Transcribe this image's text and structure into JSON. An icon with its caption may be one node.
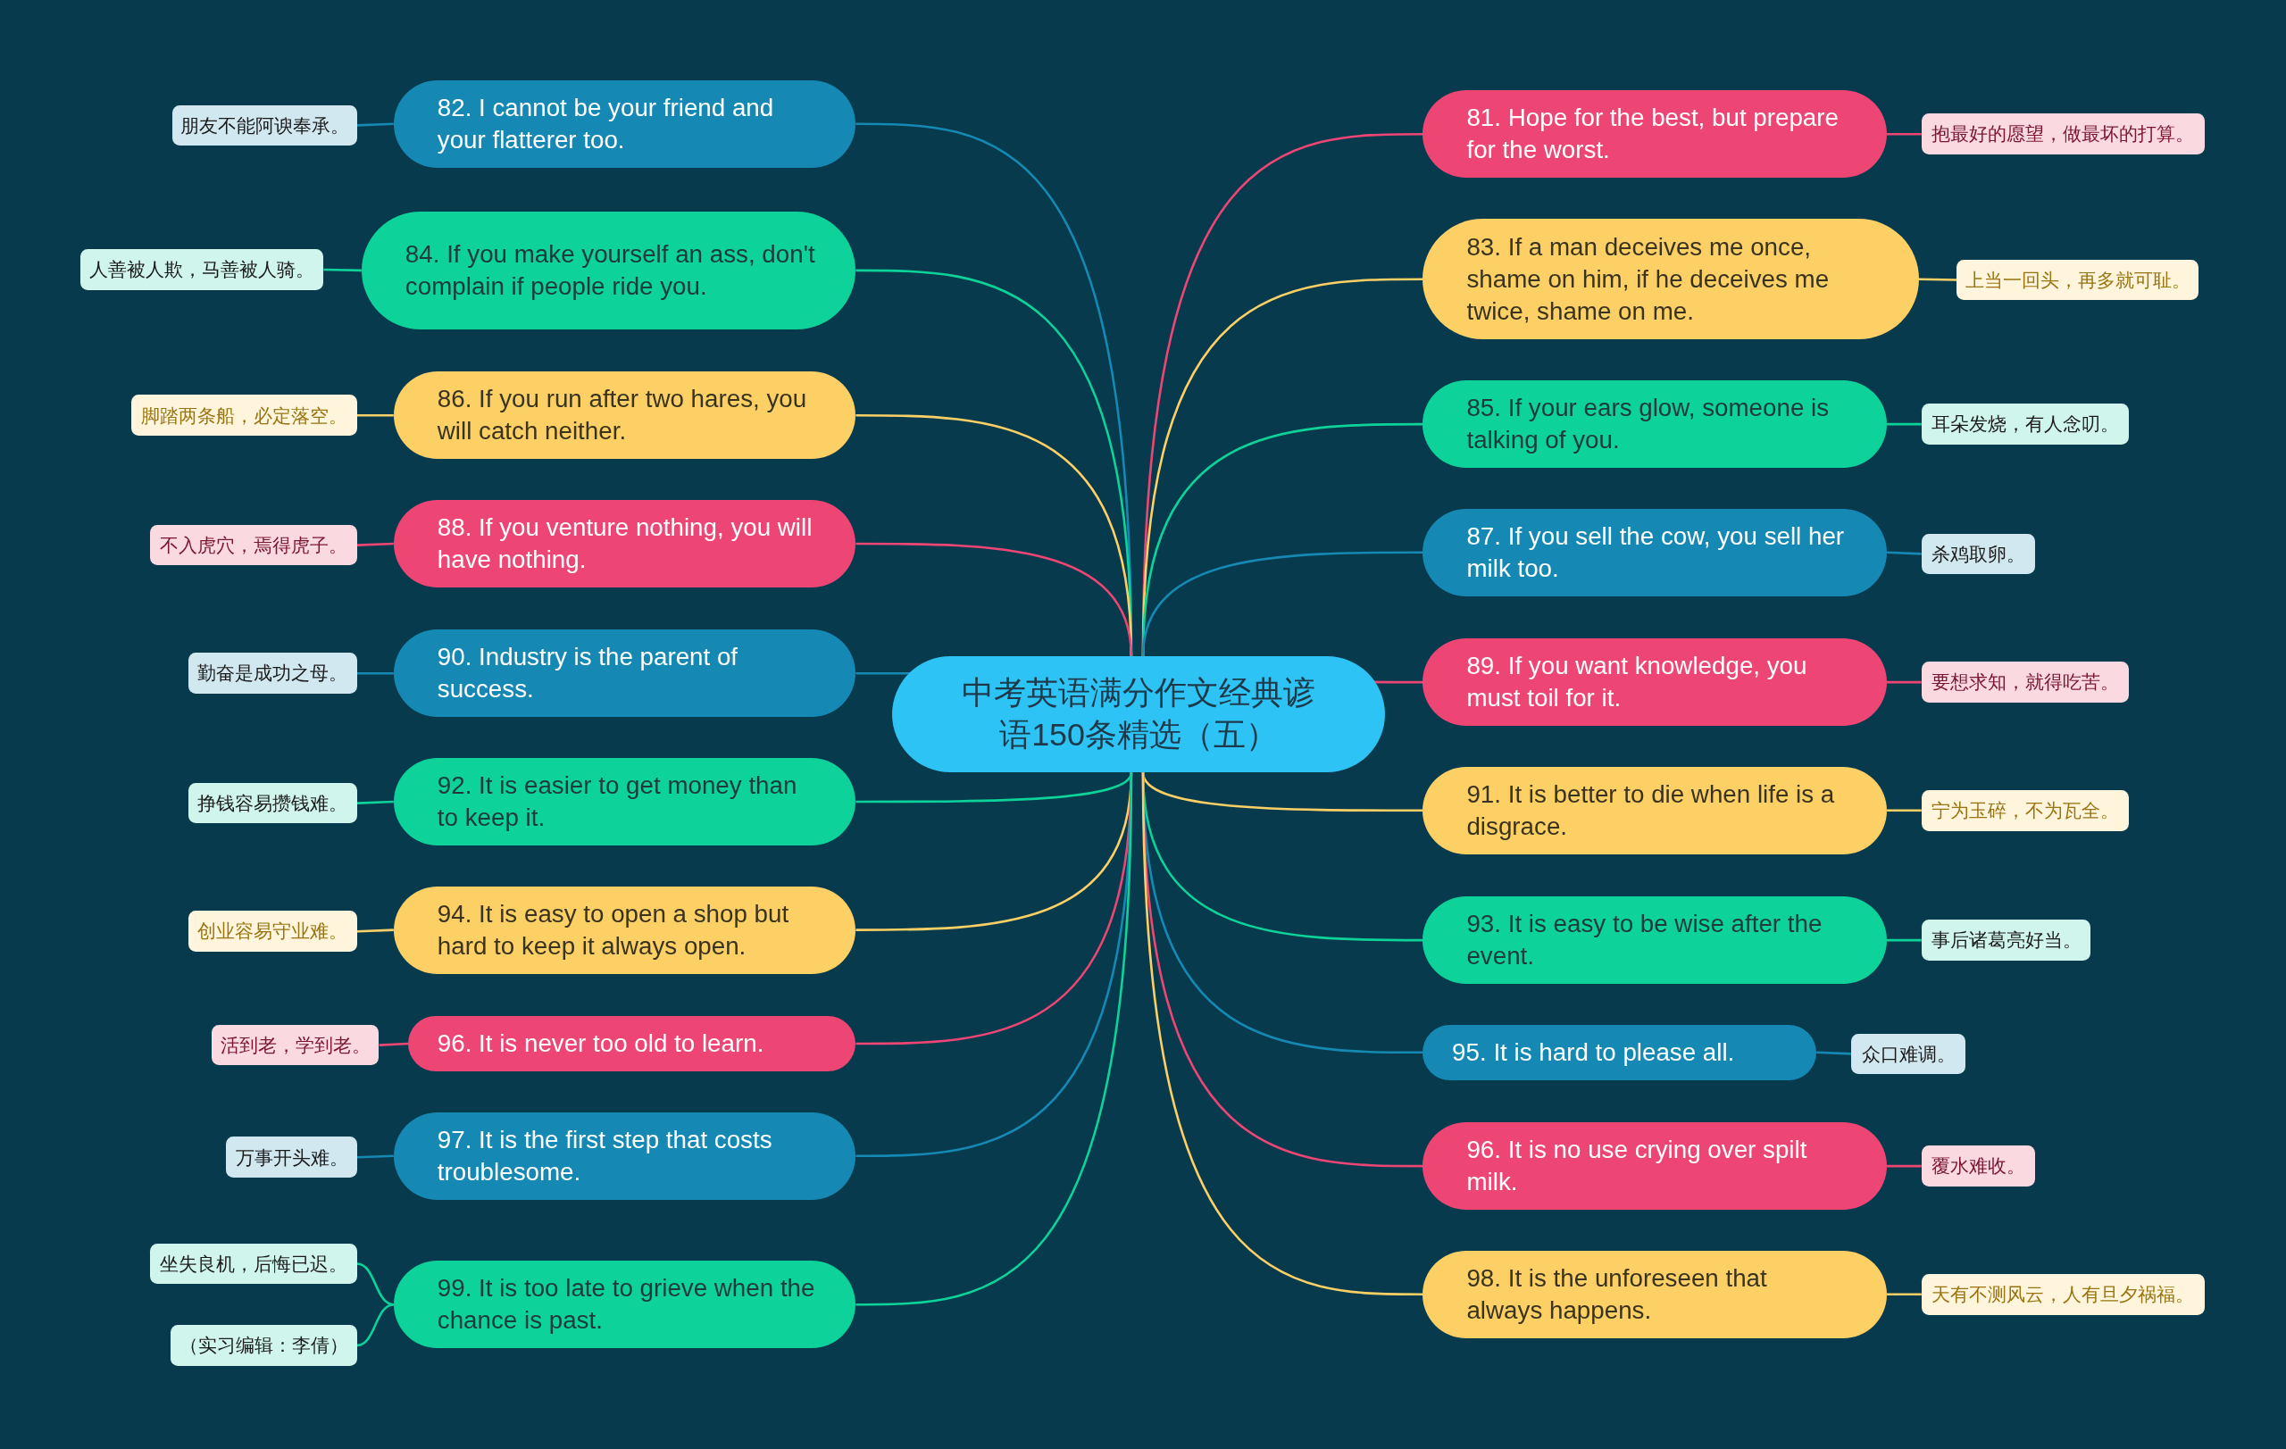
{
  "diagram": {
    "nodes": [
      {
        "text": [
          "中考英语满分作文经典谚语150条精选（五）"
        ]
      },
      {
        "text": [
          "82. I cannot be your friend and your flatterer too."
        ]
      },
      {
        "text": [
          "朋友不能阿谀奉承。"
        ]
      },
      {
        "text": [
          "84. If you make yourself an ass, don't complain if people ride you."
        ]
      },
      {
        "text": [
          "人善被人欺，马善被人骑。"
        ]
      },
      {
        "text": [
          "86. If you run after two hares, you will catch neither."
        ]
      },
      {
        "text": [
          "脚踏两条船，必定落空。"
        ]
      },
      {
        "text": [
          "88. If you venture nothing, you will have nothing."
        ]
      },
      {
        "text": [
          "不入虎穴，焉得虎子。"
        ]
      },
      {
        "text": [
          "90. Industry is the parent of success."
        ]
      },
      {
        "text": [
          "勤奋是成功之母。"
        ]
      },
      {
        "text": [
          "92. It is easier to get money than to keep it."
        ]
      },
      {
        "text": [
          "挣钱容易攒钱难。"
        ]
      },
      {
        "text": [
          "94. It is easy to open a shop but hard to keep it always open."
        ]
      },
      {
        "text": [
          "创业容易守业难。"
        ]
      },
      {
        "text": [
          "96. It is never too old to learn."
        ]
      },
      {
        "text": [
          "活到老，学到老。"
        ]
      },
      {
        "text": [
          "97. It is the first step that costs troublesome."
        ]
      },
      {
        "text": [
          "万事开头难。"
        ]
      },
      {
        "text": [
          "99. It is too late to grieve when the chance is past."
        ]
      },
      {
        "text": [
          "坐失良机，后悔已迟。"
        ]
      },
      {
        "text": [
          "（实习编辑：李倩）"
        ]
      },
      {
        "text": [
          "81. Hope for the best, but prepare for the worst."
        ]
      },
      {
        "text": [
          "抱最好的愿望，做最坏的打算。"
        ]
      },
      {
        "text": [
          "83. If a man deceives me once, shame on him, if he deceives me twice, shame on me."
        ]
      },
      {
        "text": [
          "上当一回头，再多就可耻。"
        ]
      },
      {
        "text": [
          "85. If your ears glow, someone is talking of you."
        ]
      },
      {
        "text": [
          "耳朵发烧，有人念叨。"
        ]
      },
      {
        "text": [
          "87. If you sell the cow, you sell her milk too."
        ]
      },
      {
        "text": [
          "杀鸡取卵。"
        ]
      },
      {
        "text": [
          "89. If you want knowledge, you must toil for it."
        ]
      },
      {
        "text": [
          "要想求知，就得吃苦。"
        ]
      },
      {
        "text": [
          "91. It is better to die when life is a disgrace."
        ]
      },
      {
        "text": [
          "宁为玉碎，不为瓦全。"
        ]
      },
      {
        "text": [
          "93. It is easy to be wise after the event."
        ]
      },
      {
        "text": [
          "事后诸葛亮好当。"
        ]
      },
      {
        "text": [
          "95. It is hard to please all."
        ]
      },
      {
        "text": [
          "众口难调。"
        ]
      },
      {
        "text": [
          "96. It is no use crying over spilt milk."
        ]
      },
      {
        "text": [
          "覆水难收。"
        ]
      },
      {
        "text": [
          "98. It is the unforeseen that always happens."
        ]
      },
      {
        "text": [
          "天有不测风云，人有旦夕祸福。"
        ]
      }
    ],
    "edges": [
      {
        "from": 0,
        "to": 1,
        "arrow": "none",
        "color": "#1589b4"
      },
      {
        "from": 1,
        "to": 2,
        "arrow": "none",
        "color": "#1589b4"
      },
      {
        "from": 0,
        "to": 3,
        "arrow": "none",
        "color": "#0dd39a"
      },
      {
        "from": 3,
        "to": 4,
        "arrow": "none",
        "color": "#0dd39a"
      },
      {
        "from": 0,
        "to": 5,
        "arrow": "none",
        "color": "#fdd065"
      },
      {
        "from": 5,
        "to": 6,
        "arrow": "none",
        "color": "#fdd065"
      },
      {
        "from": 0,
        "to": 7,
        "arrow": "none",
        "color": "#ee4674"
      },
      {
        "from": 7,
        "to": 8,
        "arrow": "none",
        "color": "#ee4674"
      },
      {
        "from": 0,
        "to": 9,
        "arrow": "none",
        "color": "#1589b4"
      },
      {
        "from": 9,
        "to": 10,
        "arrow": "none",
        "color": "#1589b4"
      },
      {
        "from": 0,
        "to": 11,
        "arrow": "none",
        "color": "#0dd39a"
      },
      {
        "from": 11,
        "to": 12,
        "arrow": "none",
        "color": "#0dd39a"
      },
      {
        "from": 0,
        "to": 13,
        "arrow": "none",
        "color": "#fdd065"
      },
      {
        "from": 13,
        "to": 14,
        "arrow": "none",
        "color": "#fdd065"
      },
      {
        "from": 0,
        "to": 15,
        "arrow": "none",
        "color": "#ee4674"
      },
      {
        "from": 15,
        "to": 16,
        "arrow": "none",
        "color": "#ee4674"
      },
      {
        "from": 0,
        "to": 17,
        "arrow": "none",
        "color": "#1589b4"
      },
      {
        "from": 17,
        "to": 18,
        "arrow": "none",
        "color": "#1589b4"
      },
      {
        "from": 0,
        "to": 19,
        "arrow": "none",
        "color": "#0dd39a"
      },
      {
        "from": 19,
        "to": 20,
        "arrow": "none",
        "color": "#0dd39a"
      },
      {
        "from": 19,
        "to": 21,
        "arrow": "none",
        "color": "#0dd39a"
      },
      {
        "from": 0,
        "to": 22,
        "arrow": "none",
        "color": "#ee4674"
      },
      {
        "from": 22,
        "to": 23,
        "arrow": "none",
        "color": "#ee4674"
      },
      {
        "from": 0,
        "to": 24,
        "arrow": "none",
        "color": "#fdd065"
      },
      {
        "from": 24,
        "to": 25,
        "arrow": "none",
        "color": "#fdd065"
      },
      {
        "from": 0,
        "to": 26,
        "arrow": "none",
        "color": "#0dd39a"
      },
      {
        "from": 26,
        "to": 27,
        "arrow": "none",
        "color": "#0dd39a"
      },
      {
        "from": 0,
        "to": 28,
        "arrow": "none",
        "color": "#1589b4"
      },
      {
        "from": 28,
        "to": 29,
        "arrow": "none",
        "color": "#1589b4"
      },
      {
        "from": 0,
        "to": 30,
        "arrow": "none",
        "color": "#ee4674"
      },
      {
        "from": 30,
        "to": 31,
        "arrow": "none",
        "color": "#ee4674"
      },
      {
        "from": 0,
        "to": 32,
        "arrow": "none",
        "color": "#fdd065"
      },
      {
        "from": 32,
        "to": 33,
        "arrow": "none",
        "color": "#fdd065"
      },
      {
        "from": 0,
        "to": 34,
        "arrow": "none",
        "color": "#0dd39a"
      },
      {
        "from": 34,
        "to": 35,
        "arrow": "none",
        "color": "#0dd39a"
      },
      {
        "from": 0,
        "to": 36,
        "arrow": "none",
        "color": "#1589b4"
      },
      {
        "from": 36,
        "to": 37,
        "arrow": "none",
        "color": "#1589b4"
      },
      {
        "from": 0,
        "to": 38,
        "arrow": "none",
        "color": "#ee4674"
      },
      {
        "from": 38,
        "to": 39,
        "arrow": "none",
        "color": "#ee4674"
      },
      {
        "from": 0,
        "to": 40,
        "arrow": "none",
        "color": "#fdd065"
      },
      {
        "from": 40,
        "to": 41,
        "arrow": "none",
        "color": "#fdd065"
      }
    ]
  }
}
